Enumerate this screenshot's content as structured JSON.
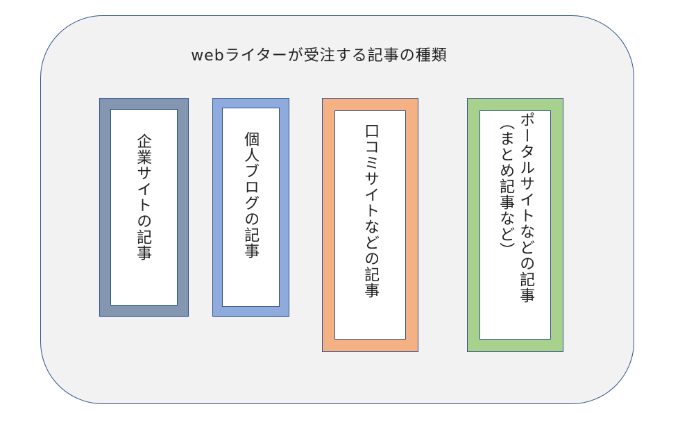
{
  "diagram": {
    "title": "webライターが受注する記事の種類",
    "cards": [
      {
        "label": "企業サイトの記事",
        "color": "#8497b0"
      },
      {
        "label": "個人ブログの記事",
        "color": "#8faadc"
      },
      {
        "label": "口コミサイトなどの記事",
        "color": "#f4b183"
      },
      {
        "label_line1": "ポータルサイトなどの記事",
        "label_line2": "（まとめ記事など）",
        "color": "#a9d18e"
      }
    ]
  }
}
